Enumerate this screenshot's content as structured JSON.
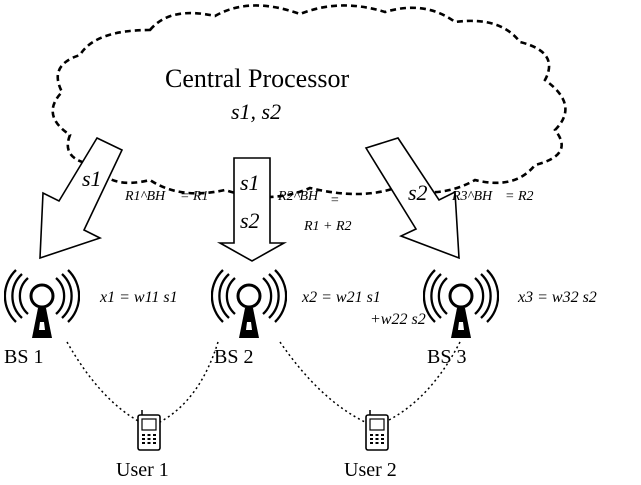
{
  "diagram": {
    "title": "Central Processor",
    "cloud_symbols": "s1, s2",
    "links": [
      {
        "arrow_symbol": "s1",
        "rate_lhs": "R1^BH",
        "rate_rhs": "= R1"
      },
      {
        "arrow_symbol_top": "s1",
        "arrow_symbol_bottom": "s2",
        "rate_lhs": "R2^BH",
        "rate_rhs_line1": "=",
        "rate_rhs_line2": "R1 + R2"
      },
      {
        "arrow_symbol": "s2",
        "rate_lhs": "R3^BH",
        "rate_rhs": "= R2"
      }
    ],
    "base_stations": [
      {
        "label": "BS 1",
        "signal": "x1 = w11 s1"
      },
      {
        "label": "BS 2",
        "signal_line1": "x2 = w21 s1",
        "signal_line2": "+w22 s2"
      },
      {
        "label": "BS 3",
        "signal": "x3 = w32 s2"
      }
    ],
    "users": [
      {
        "label": "User 1"
      },
      {
        "label": "User 2"
      }
    ],
    "icons": [
      "cloud-icon",
      "arrow-icon",
      "antenna-tower-icon",
      "mobile-phone-icon"
    ]
  }
}
